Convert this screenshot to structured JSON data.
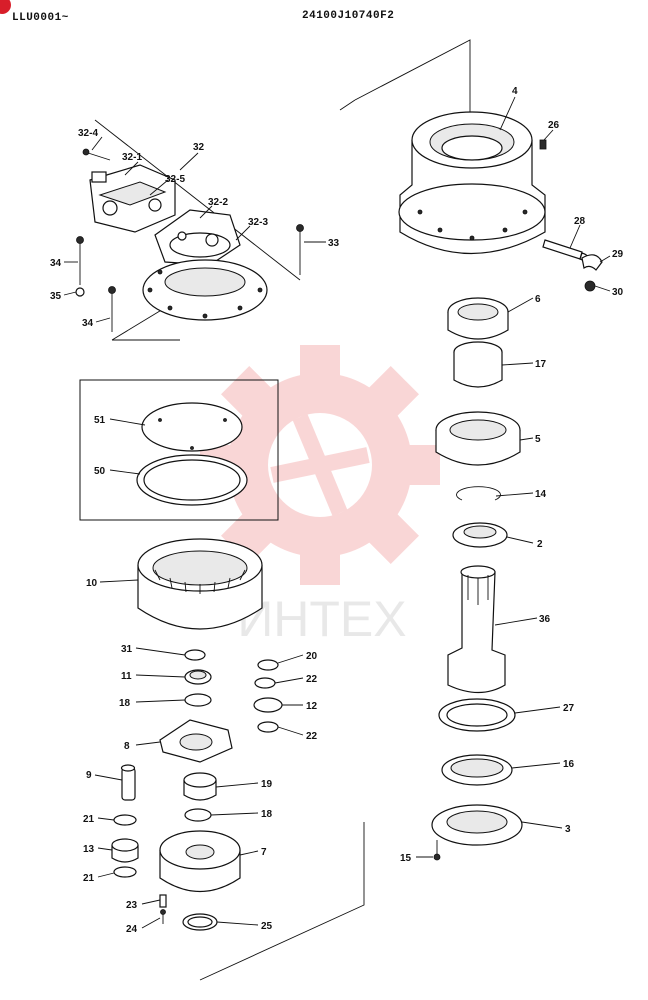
{
  "header": {
    "serial_range": "LLU0001~",
    "drawing_number": "24100J10740F2"
  },
  "watermark": {
    "text": "ИНТЕХ",
    "color": "#e84a4a"
  },
  "corner_marker_color": "#d81e2a",
  "callouts": [
    "32-4",
    "32-1",
    "32",
    "32-5",
    "32-2",
    "32-3",
    "33",
    "34",
    "35",
    "34",
    "4",
    "26",
    "28",
    "29",
    "30",
    "6",
    "17",
    "5",
    "14",
    "2",
    "36",
    "51",
    "50",
    "10",
    "31",
    "11",
    "18",
    "20",
    "22",
    "12",
    "22",
    "8",
    "9",
    "19",
    "18",
    "21",
    "13",
    "7",
    "21",
    "23",
    "24",
    "25",
    "27",
    "16",
    "3",
    "15"
  ]
}
